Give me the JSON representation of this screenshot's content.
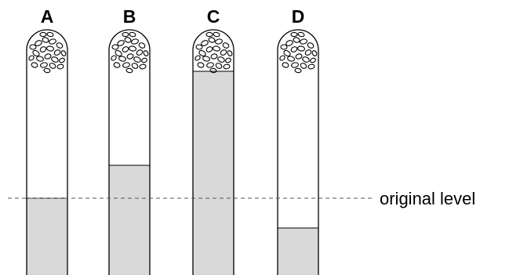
{
  "figure": {
    "reference_line_label": "original level",
    "colors": {
      "liquid": "#d9d9d9",
      "outline": "#000000",
      "background": "#ffffff"
    },
    "tubes": [
      {
        "label": "A",
        "liquid_level_vs_original": "at original level"
      },
      {
        "label": "B",
        "liquid_level_vs_original": "above original level"
      },
      {
        "label": "C",
        "liquid_level_vs_original": "near top of tube"
      },
      {
        "label": "D",
        "liquid_level_vs_original": "below original level"
      }
    ]
  }
}
